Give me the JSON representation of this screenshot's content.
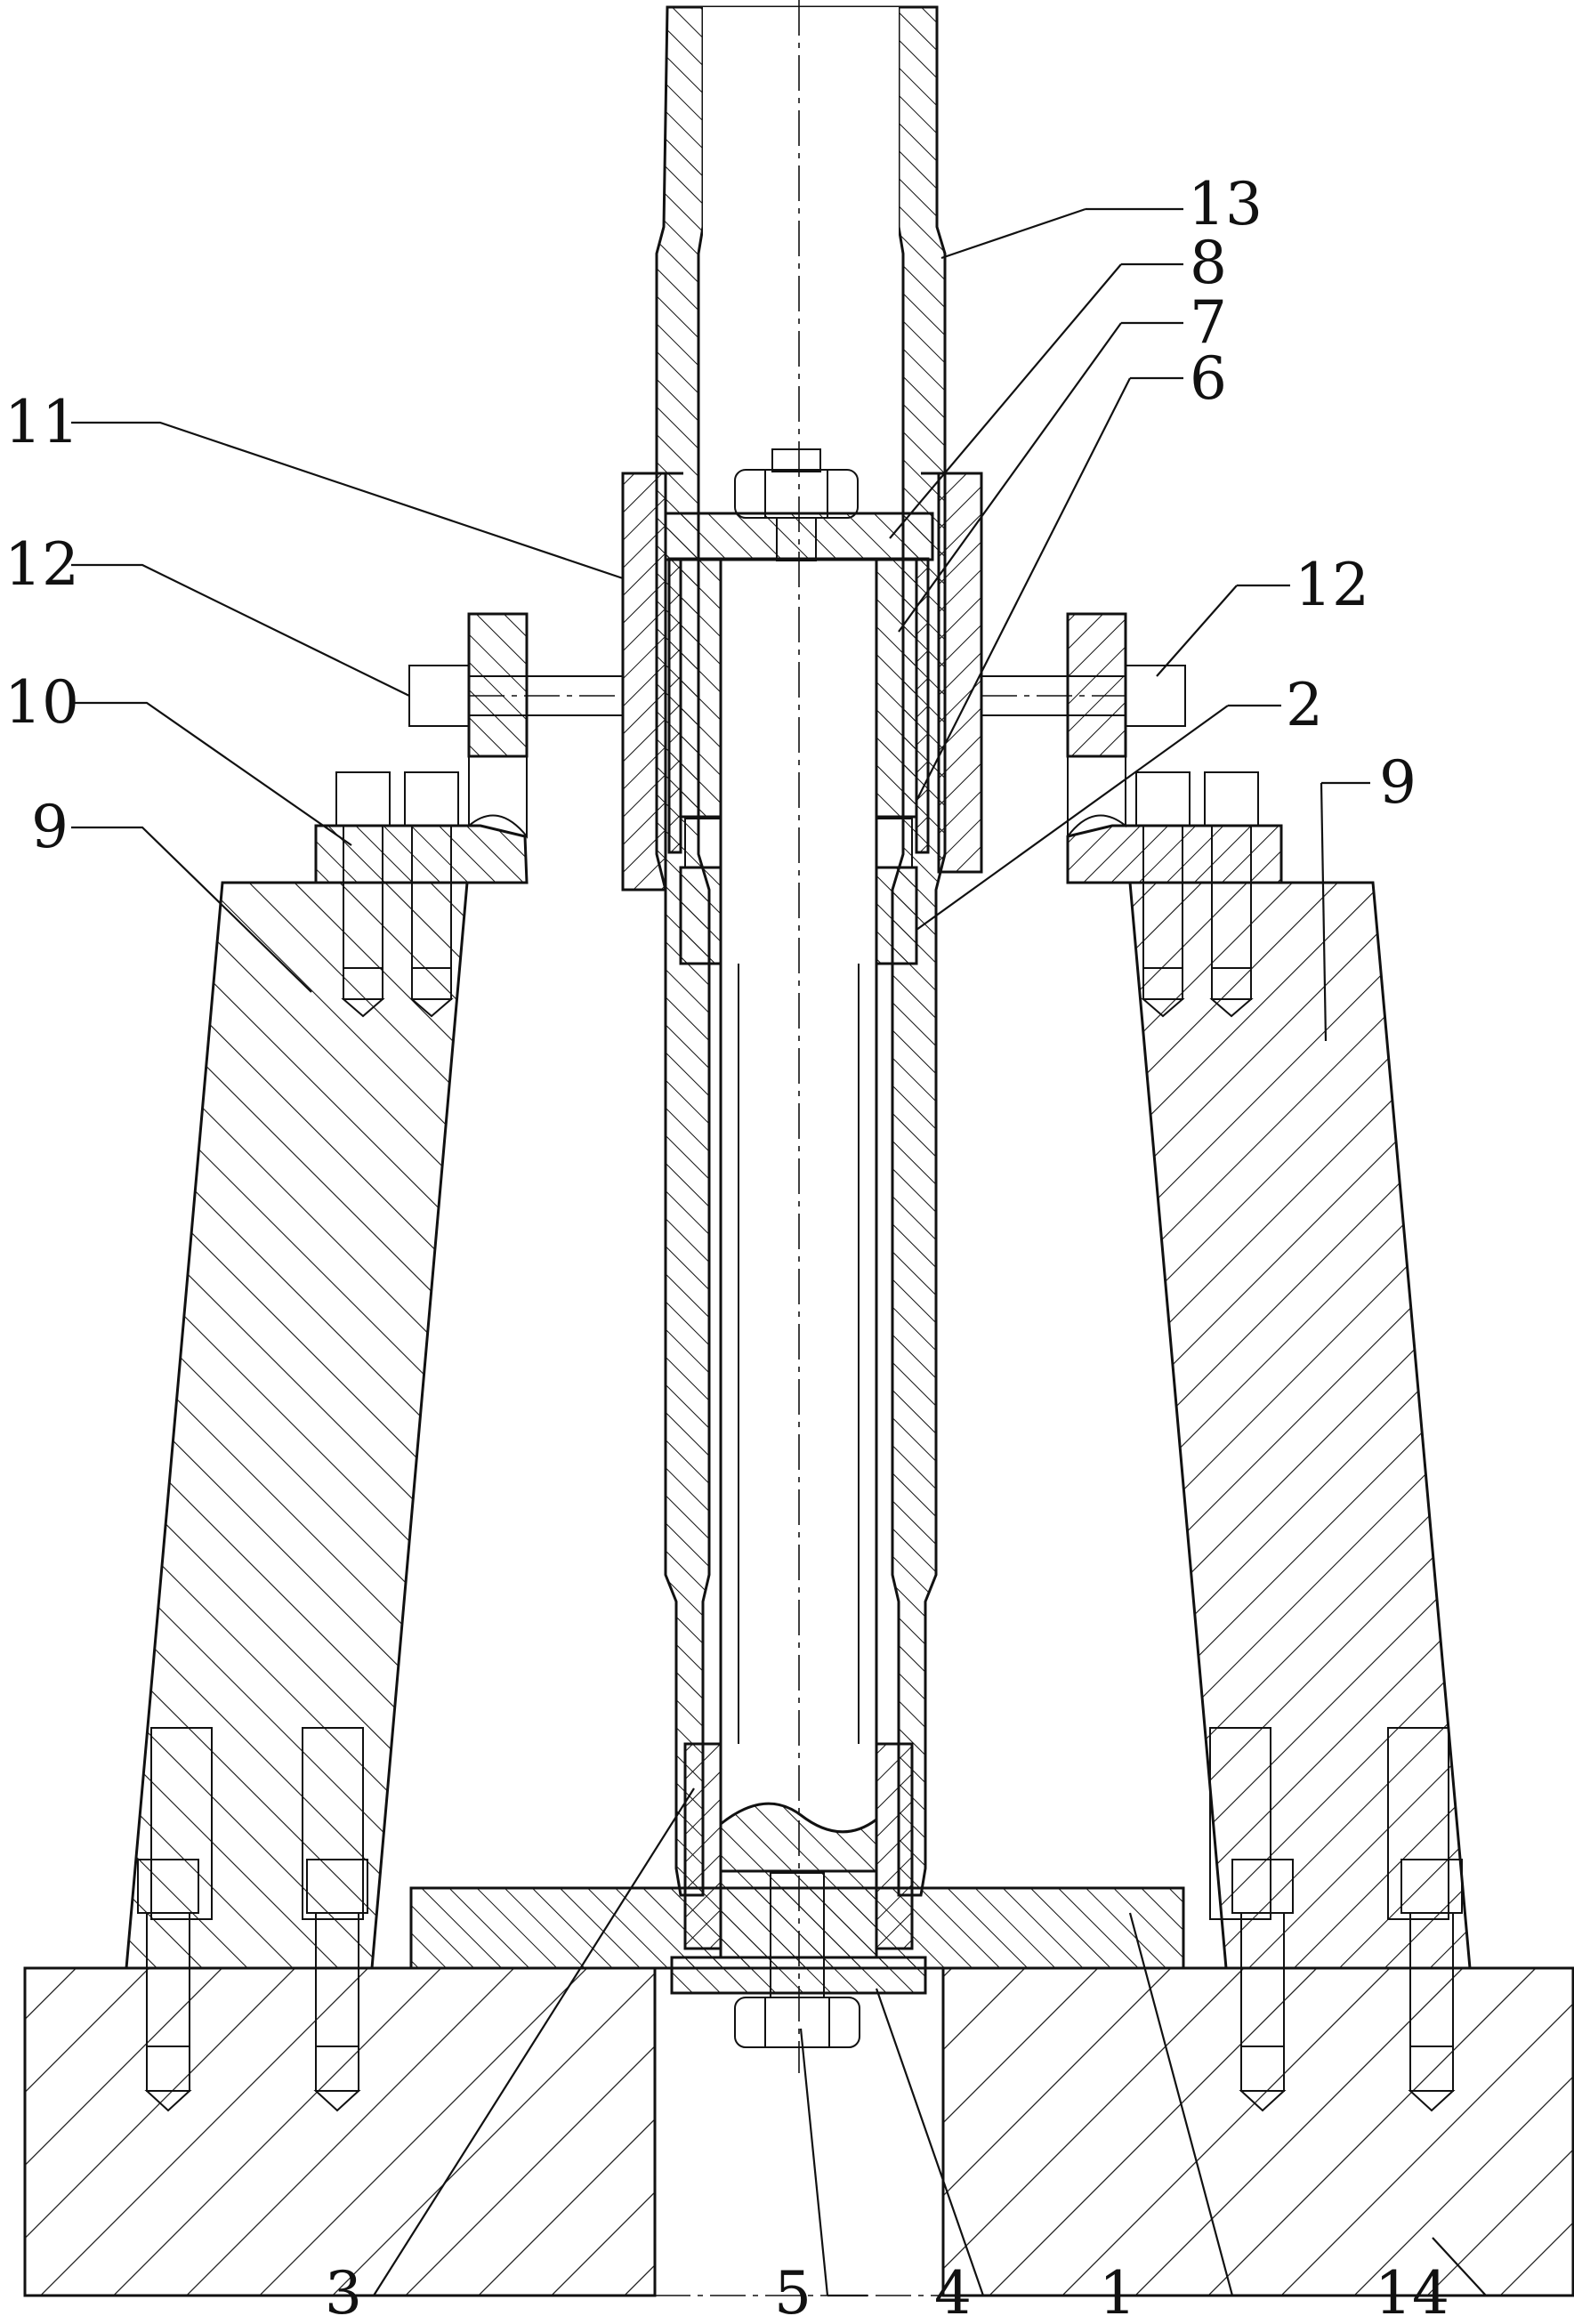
{
  "labels": {
    "l1": "1",
    "l2": "2",
    "l3": "3",
    "l4": "4",
    "l5": "5",
    "l6": "6",
    "l7": "7",
    "l8": "8",
    "l9_left": "9",
    "l9_right": "9",
    "l10": "10",
    "l11": "11",
    "l12_left": "12",
    "l12_right": "12",
    "l13": "13",
    "l14": "14"
  }
}
